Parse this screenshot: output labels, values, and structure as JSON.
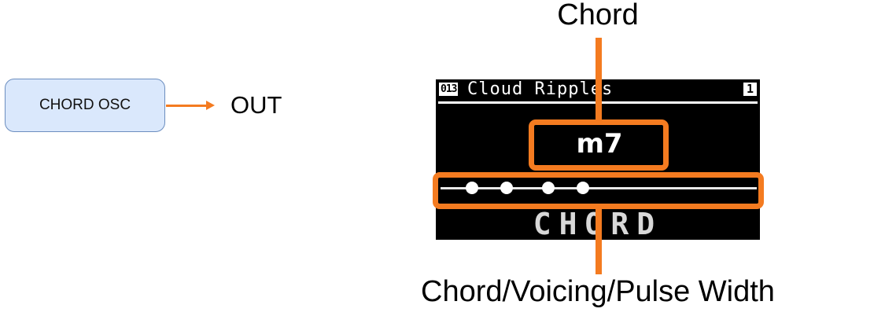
{
  "block_diagram": {
    "module_label": "CHORD OSC",
    "output_label": "OUT"
  },
  "callouts": {
    "top": "Chord",
    "bottom": "Chord/Voicing/Pulse Width"
  },
  "display": {
    "program_number": "013",
    "patch_name": "Cloud Ripples",
    "page_number": "1",
    "chord_value": "m7",
    "voicing_dots": [
      0.1,
      0.21,
      0.34,
      0.45
    ],
    "mode_label": "CHORD"
  },
  "colors": {
    "accent": "#f47b20",
    "module_fill": "#dae8fc",
    "module_border": "#6c8ebf",
    "screen_bg": "#000000"
  }
}
